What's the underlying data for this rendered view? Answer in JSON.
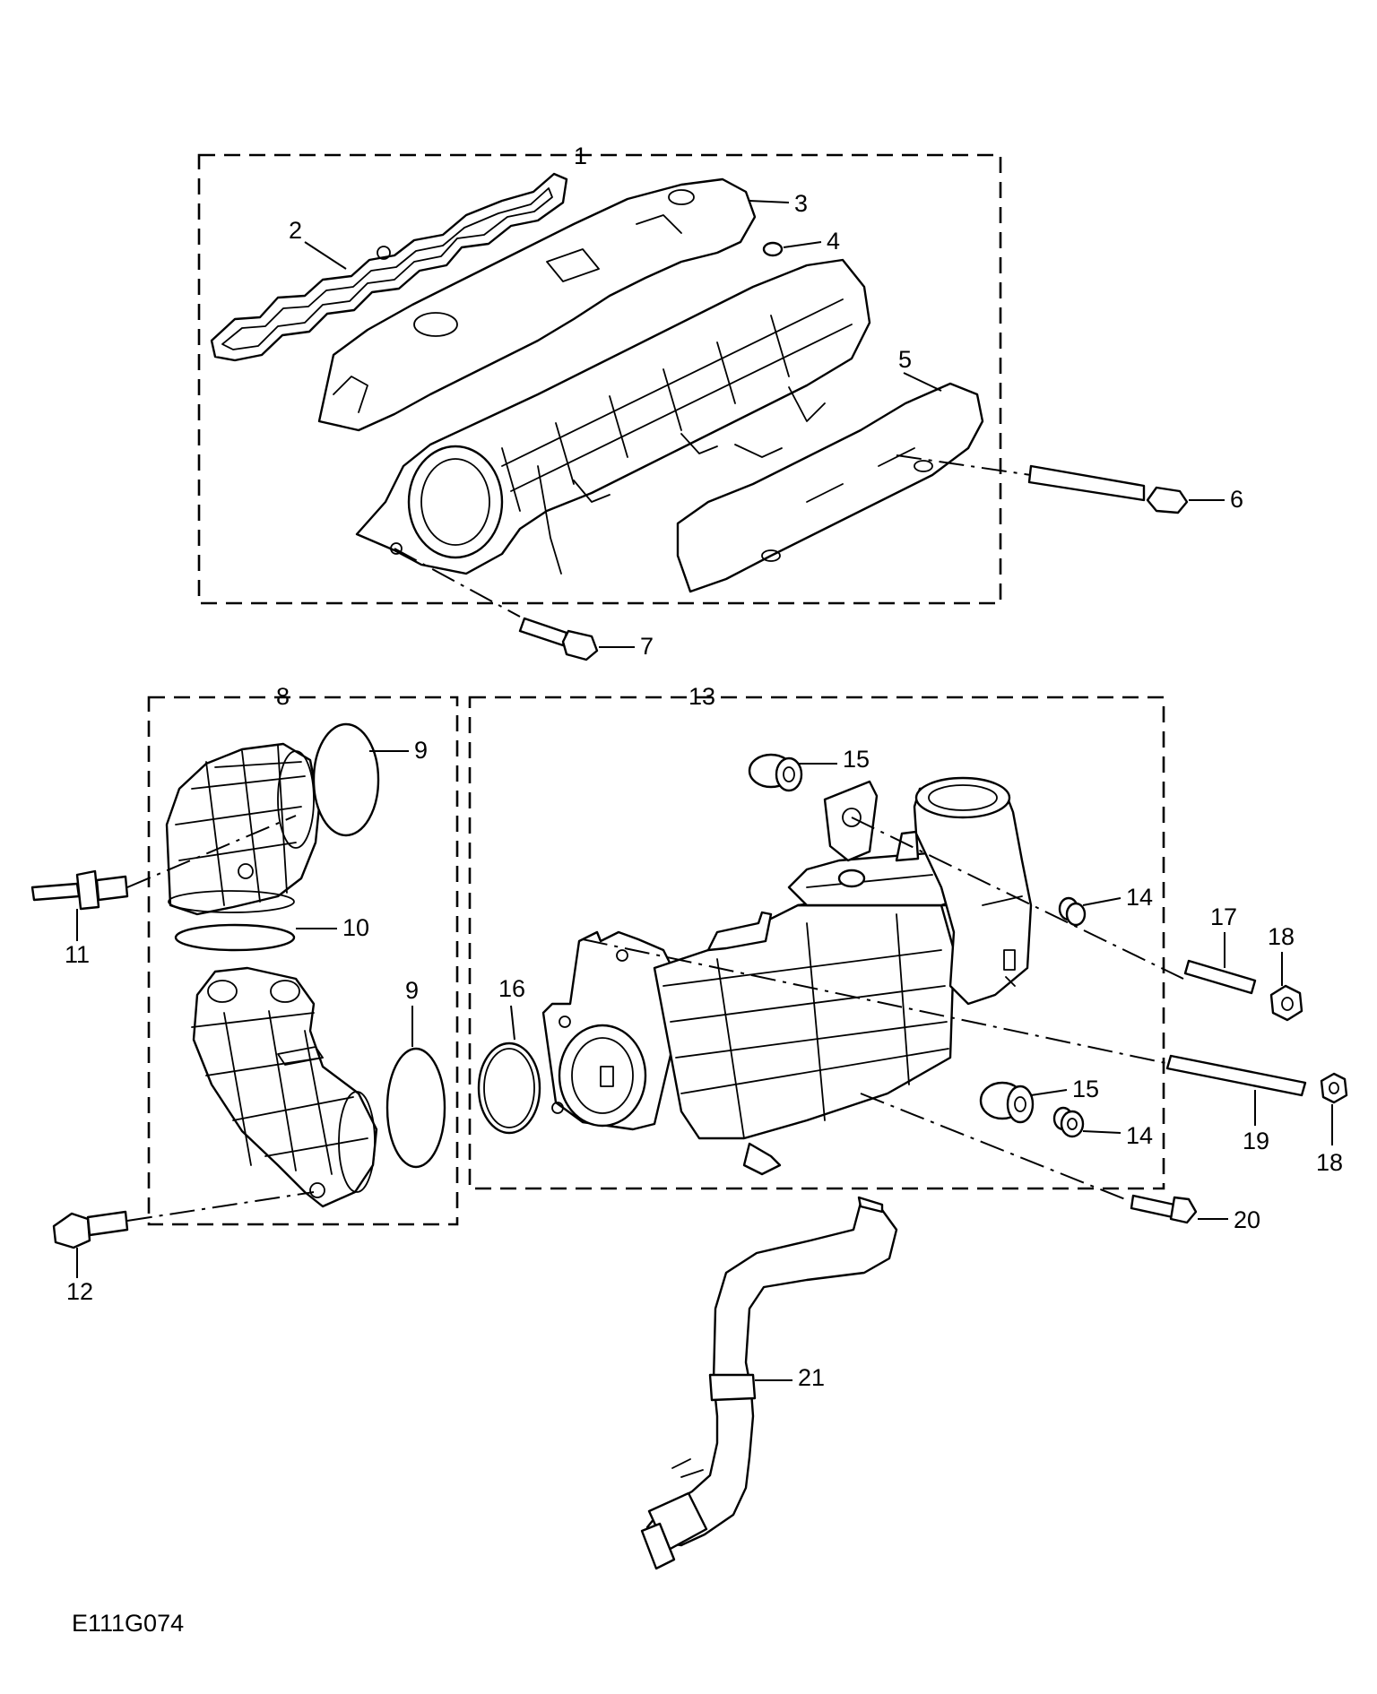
{
  "diagram_code": "E111G074",
  "callouts": {
    "c1": "1",
    "c2": "2",
    "c3": "3",
    "c4": "4",
    "c5": "5",
    "c6": "6",
    "c7": "7",
    "c8": "8",
    "c9a": "9",
    "c9b": "9",
    "c10": "10",
    "c11": "11",
    "c12": "12",
    "c13": "13",
    "c14a": "14",
    "c14b": "14",
    "c15a": "15",
    "c15b": "15",
    "c16": "16",
    "c17": "17",
    "c18a": "18",
    "c18b": "18",
    "c19": "19",
    "c20": "20",
    "c21": "21"
  },
  "colors": {
    "line": "#000000",
    "background": "#ffffff"
  }
}
